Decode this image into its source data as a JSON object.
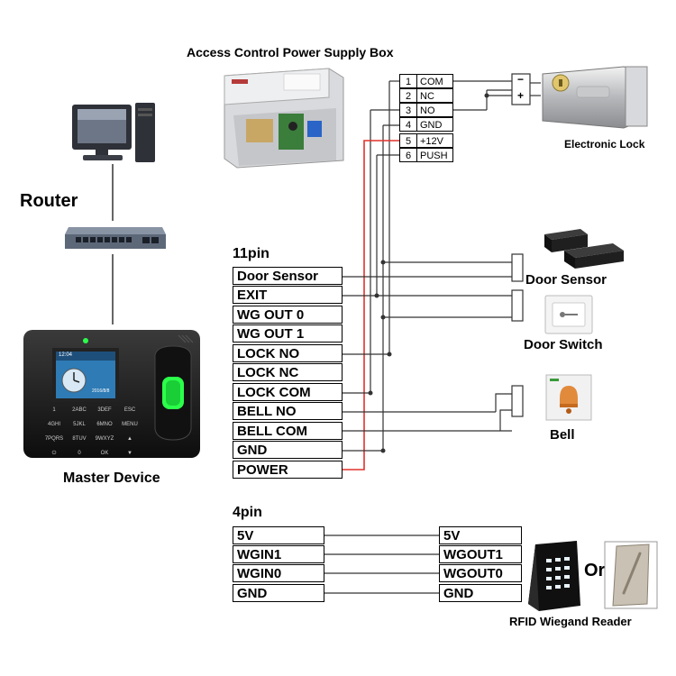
{
  "header": {
    "power_box_title": "Access Control Power Supply Box"
  },
  "labels": {
    "router": "Router",
    "master_device": "Master Device",
    "electronic_lock": "Electronic Lock",
    "door_sensor": "Door Sensor",
    "door_switch": "Door Switch",
    "bell": "Bell",
    "rfid_reader": "RFID Wiegand Reader",
    "or": "Or"
  },
  "terminal_block": [
    {
      "num": "1",
      "label": "COM"
    },
    {
      "num": "2",
      "label": "NC"
    },
    {
      "num": "3",
      "label": "NO"
    },
    {
      "num": "4",
      "label": "GND"
    },
    {
      "num": "5",
      "label": "+12V"
    },
    {
      "num": "6",
      "label": "PUSH"
    }
  ],
  "lock_polarity": {
    "minus": "−",
    "plus": "+"
  },
  "pin11": {
    "header": "11pin",
    "pins": [
      "Door Sensor",
      "EXIT",
      "WG OUT 0",
      "WG OUT 1",
      "LOCK NO",
      "LOCK NC",
      "LOCK COM",
      "BELL NO",
      "BELL COM",
      "GND",
      "POWER"
    ]
  },
  "pin4": {
    "header": "4pin",
    "left": [
      "5V",
      "WGIN1",
      "WGIN0",
      "GND"
    ],
    "right": [
      "5V",
      "WGOUT1",
      "WGOUT0",
      "GND"
    ]
  },
  "device_screen": {
    "time": "12:04",
    "date": "2016/8/8"
  },
  "keypad": [
    "1",
    "2ABC",
    "3DEF",
    "ESC",
    "4GHI",
    "5JKL",
    "6MNO",
    "MENU",
    "7PQRS",
    "8TUV",
    "9WXYZ",
    "▲",
    "⏻",
    "0",
    "OK",
    "▼"
  ],
  "colors": {
    "power_wire": "#e0322c",
    "wire": "#333333",
    "fingerprint_green": "#2bff4a"
  }
}
